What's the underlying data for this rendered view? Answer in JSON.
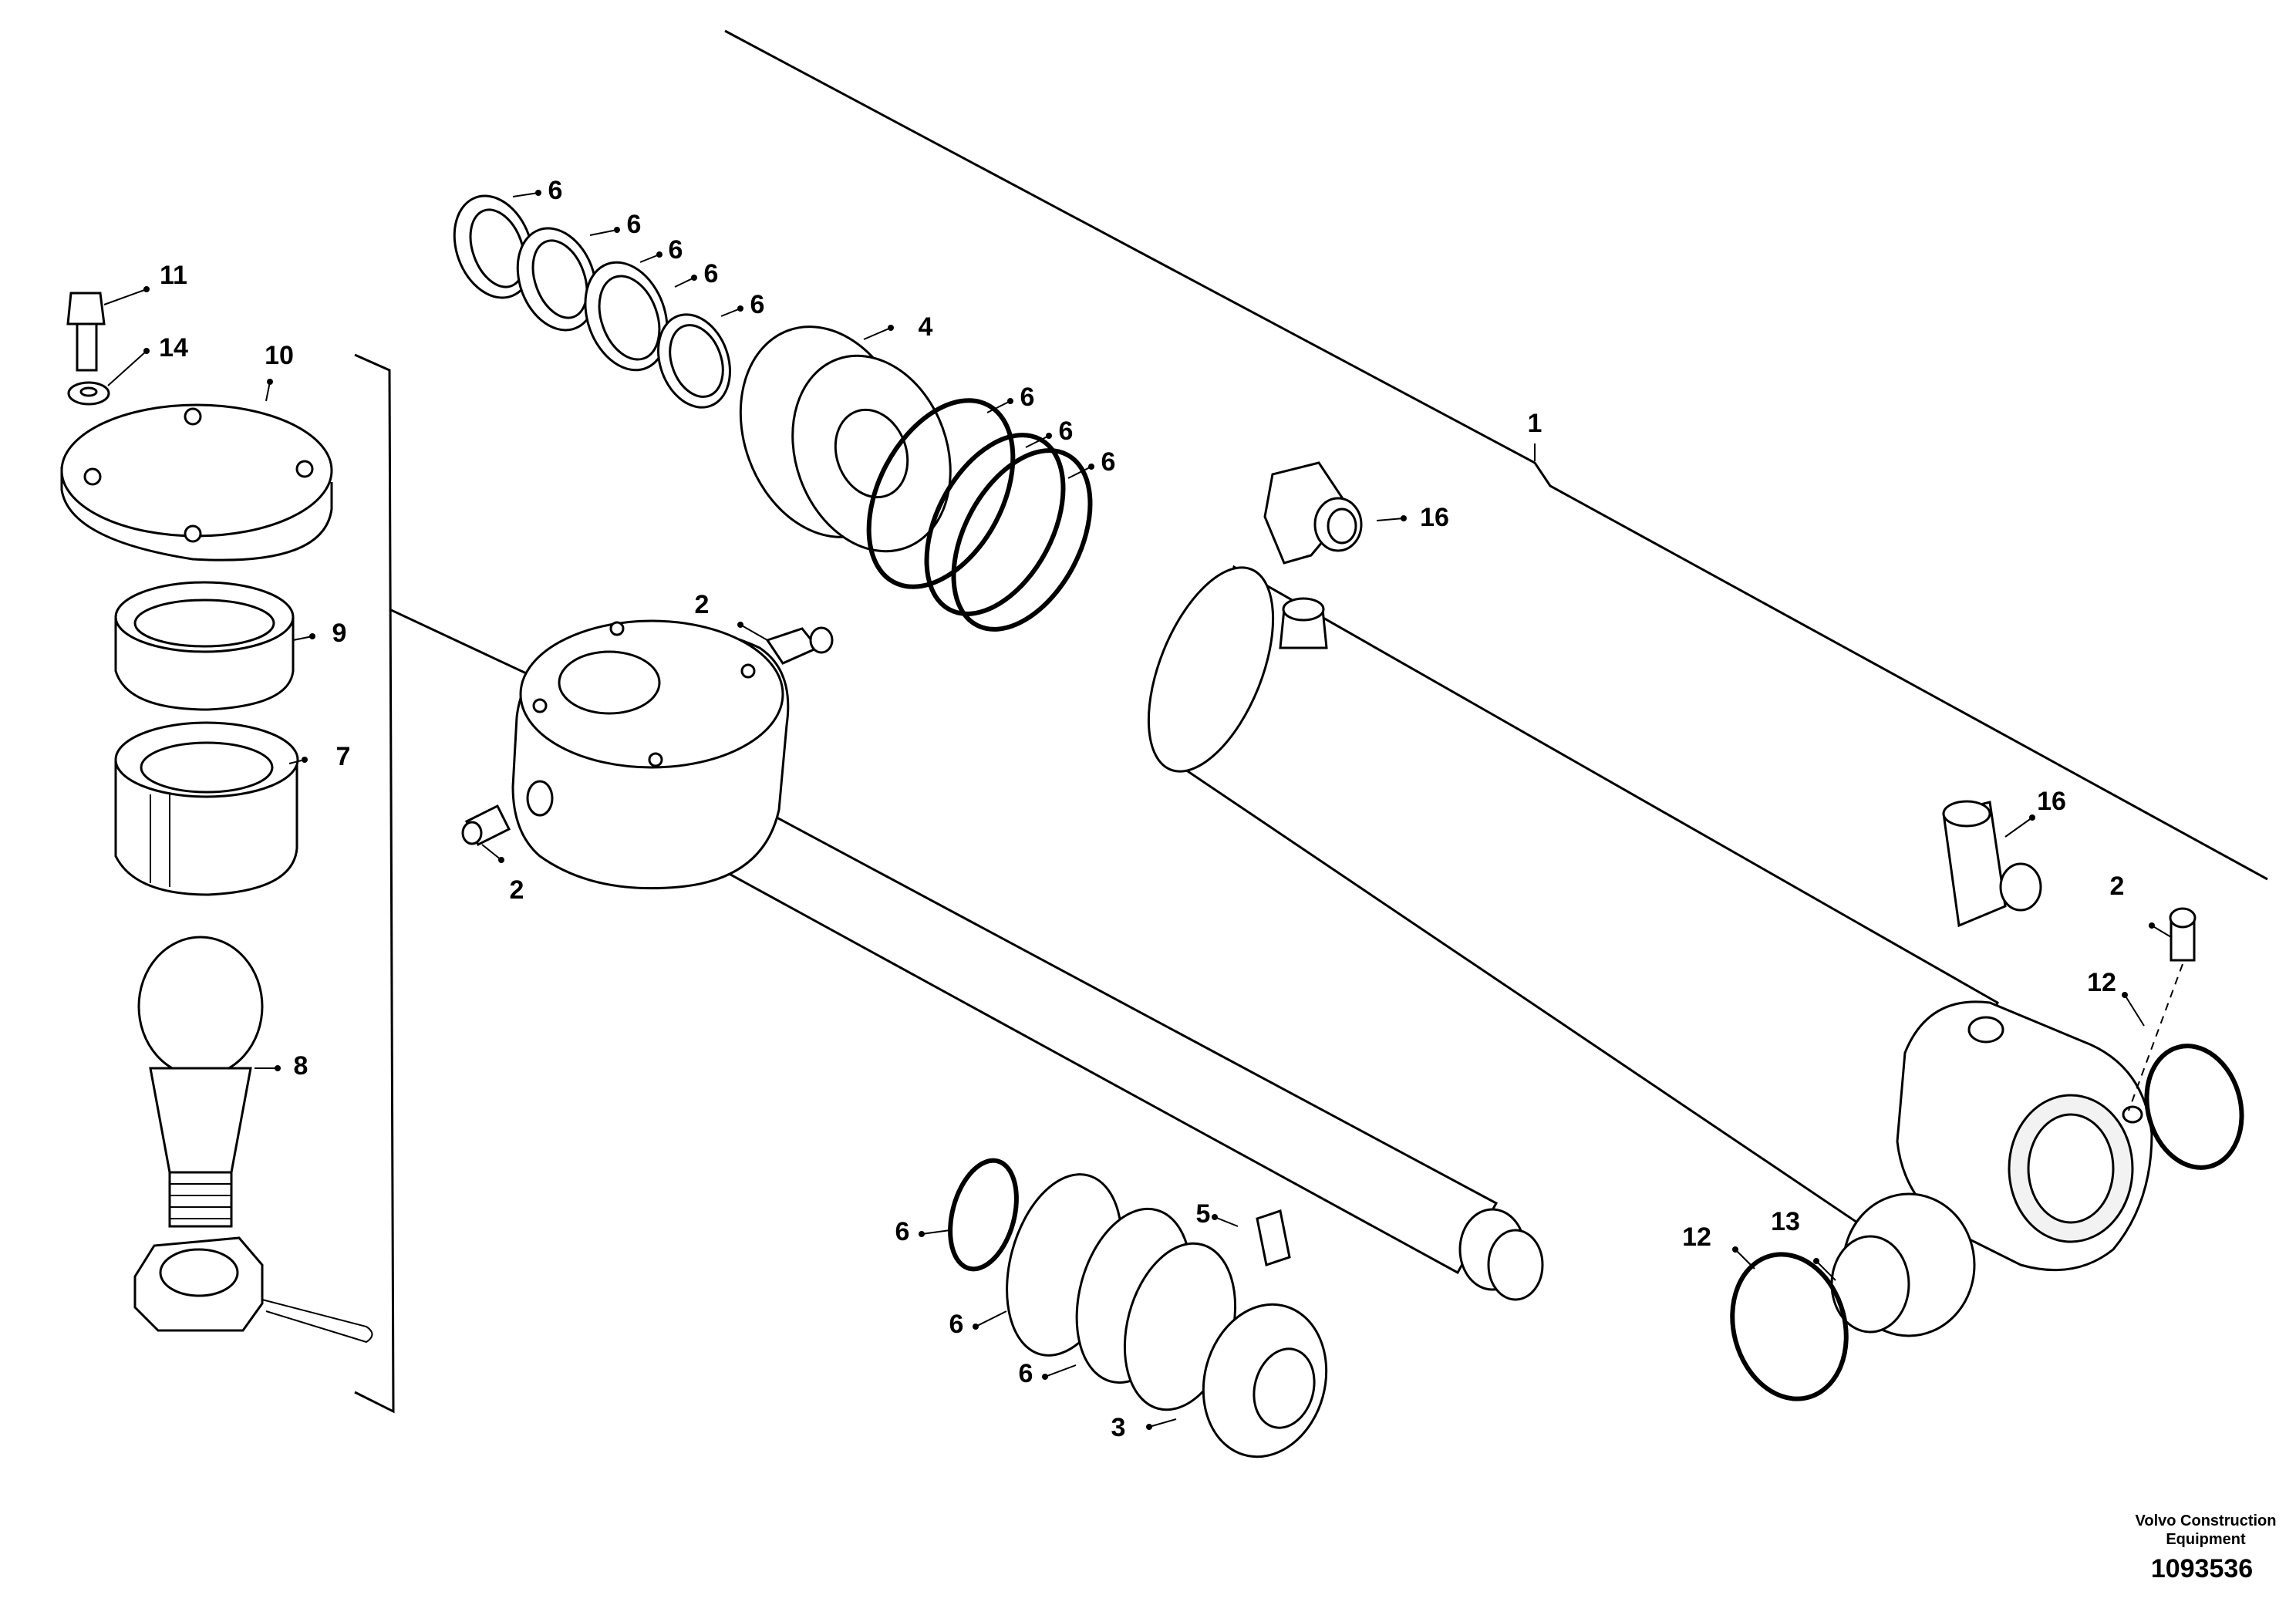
{
  "callouts": {
    "c1": "1",
    "c2a": "2",
    "c2b": "2",
    "c2c": "2",
    "c3": "3",
    "c4": "4",
    "c5": "5",
    "c6a": "6",
    "c6b": "6",
    "c6c": "6",
    "c6d": "6",
    "c6e": "6",
    "c6f": "6",
    "c6g": "6",
    "c6h": "6",
    "c6i": "6",
    "c6j": "6",
    "c6k": "6",
    "c7": "7",
    "c8": "8",
    "c9": "9",
    "c10": "10",
    "c11": "11",
    "c12a": "12",
    "c12b": "12",
    "c13": "13",
    "c14": "14",
    "c16a": "16",
    "c16b": "16"
  },
  "footer": {
    "brand_line1": "Volvo Construction",
    "brand_line2": "Equipment",
    "doc_number": "1093536"
  }
}
